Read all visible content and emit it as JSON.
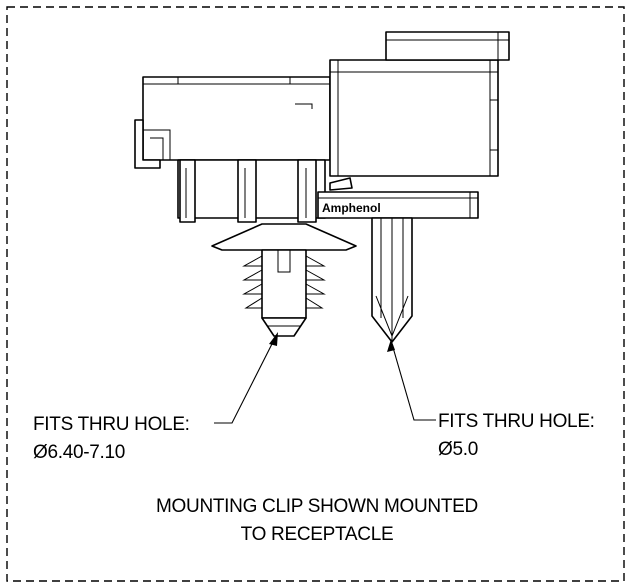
{
  "brand_mark": "Amphenol",
  "callouts": {
    "left": {
      "line1": "FITS THRU HOLE:",
      "line2": "Ø6.40-7.10"
    },
    "right": {
      "line1": "FITS THRU HOLE:",
      "line2": "Ø5.0"
    }
  },
  "caption": {
    "line1": "MOUNTING CLIP SHOWN MOUNTED",
    "line2": "TO RECEPTACLE"
  }
}
